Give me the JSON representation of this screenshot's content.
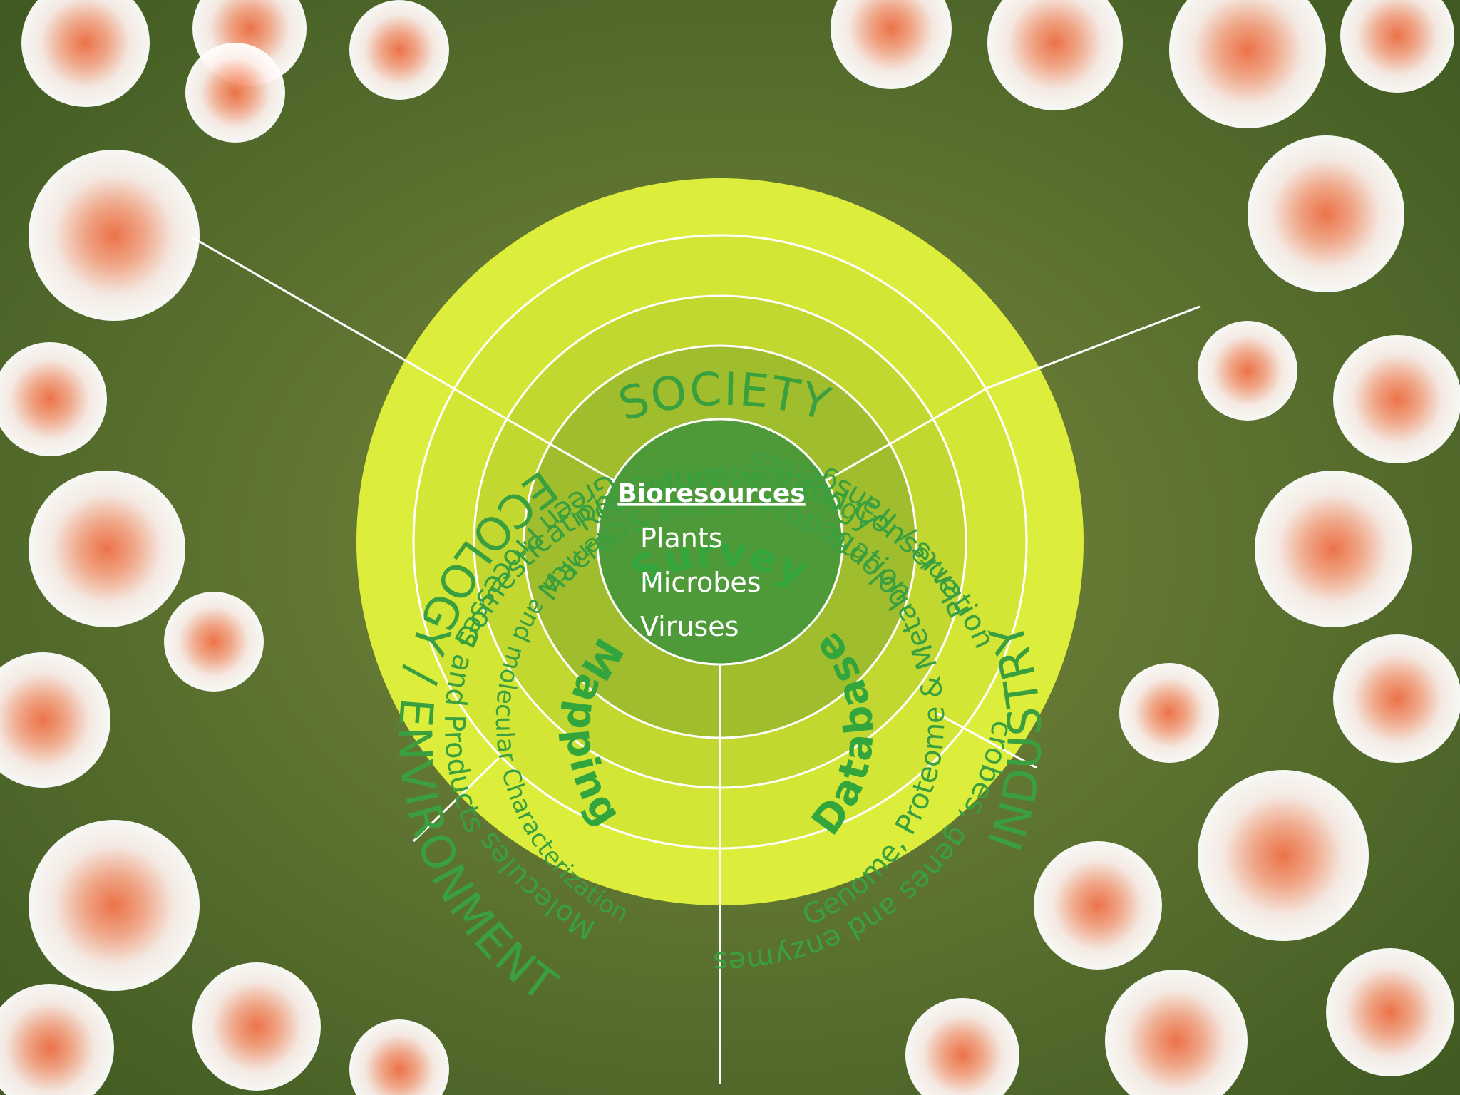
{
  "outer": {
    "top": "SOCIETY",
    "right": "INDUSTRY",
    "left": "ECOLOGY / ENVIRONMENT"
  },
  "ring2": {
    "top": "Domestication, Cultivation and Conservation",
    "right": "Plants / Transgenics",
    "bottom_right": "Microbes, genes and enzymes",
    "left": "Green Processes and Products",
    "bottom_left": "Molecules"
  },
  "ring3": {
    "top_line1": "Reproductive Biology",
    "top_line2": "Macro- & Micro- Propagation",
    "right": "Genome, Proteome & Metabolome",
    "left": "Chemical and molecular Characterization"
  },
  "core": {
    "top": "Survey",
    "right": "Database",
    "left": "Mapping"
  },
  "center": {
    "title": "Bioresources",
    "items": [
      "Plants",
      "Microbes",
      "Viruses"
    ]
  },
  "colors": {
    "outer_ring": "#dded3c",
    "ring2": "#d3e636",
    "ring3": "#c2d72f",
    "core": "#9fbd2c",
    "center": "#4e9a39",
    "text": "#3aa03f"
  }
}
